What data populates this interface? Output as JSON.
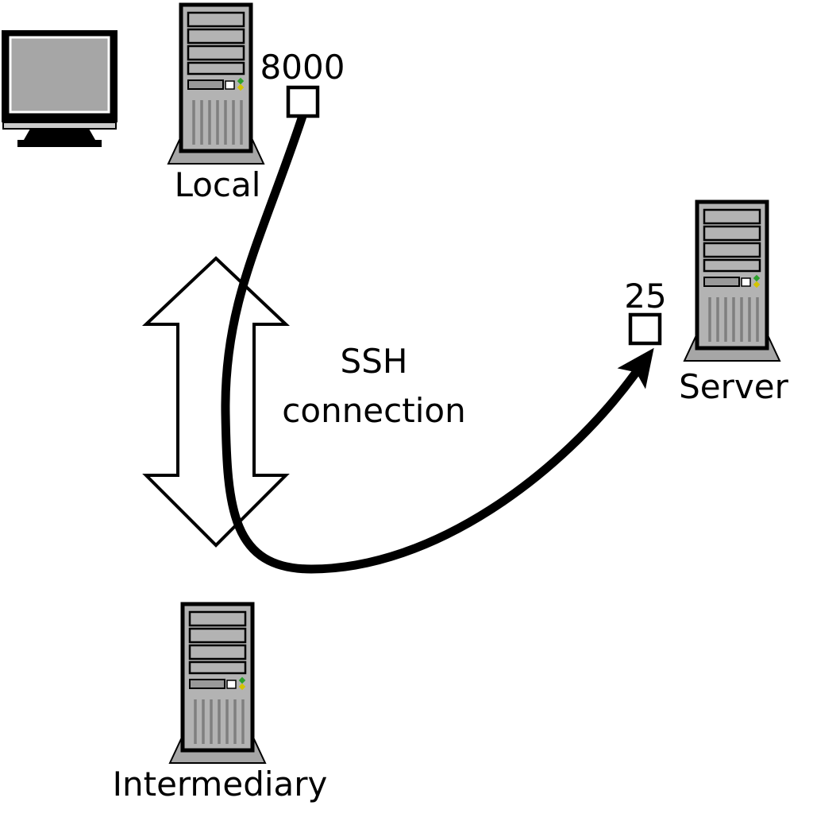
{
  "diagram": {
    "local_label": "Local",
    "server_label": "Server",
    "intermediary_label": "Intermediary",
    "local_port": "8000",
    "server_port": "25",
    "ssh_line1": "SSH",
    "ssh_line2": "connection",
    "colors": {
      "outline": "#000000",
      "tower_fill": "#b3b3b3",
      "tower_base_fill": "#a6a6a6",
      "screen_fill": "#a6a6a6",
      "vent_stroke": "#7f7f7f",
      "led_green": "#2ca02c",
      "led_yellow": "#d4c400",
      "port_box_fill": "#ffffff",
      "arrow_fill": "#ffffff",
      "background": "#ffffff"
    }
  }
}
